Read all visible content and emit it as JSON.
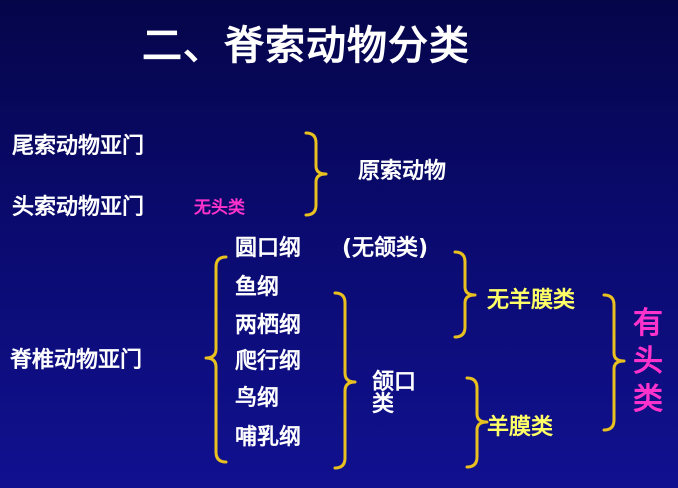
{
  "title": "二、脊索动物分类",
  "subphyla": {
    "urochordata": "尾索动物亚门",
    "cephalochordata": "头索动物亚门",
    "vertebrata": "脊椎动物亚门"
  },
  "acrania": "无头类",
  "protochordata": "原索动物",
  "classes": [
    "圆口纲",
    "鱼纲",
    "两栖纲",
    "爬行纲",
    "鸟纲",
    "哺乳纲"
  ],
  "agnatha": "(无颌类)",
  "gnathostomata": "颌口类",
  "anamniota": "无羊膜类",
  "amniota": "羊膜类",
  "craniata": "有头类",
  "colors": {
    "background": "#0a0a6e",
    "text": "#ffffff",
    "highlight": "#ffff66",
    "accent": "#ff33cc",
    "bracket": "#e8c020"
  }
}
